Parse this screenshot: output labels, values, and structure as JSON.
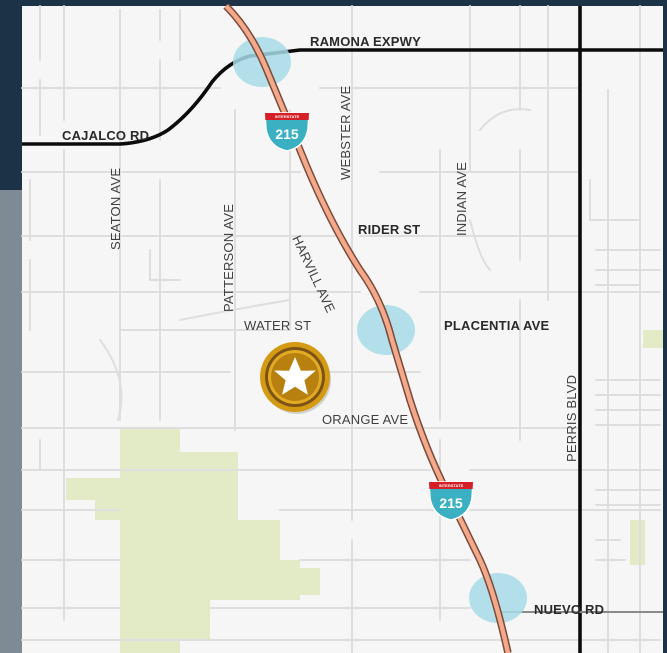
{
  "colors": {
    "page_background": "#1c3347",
    "map_background": "#f6f6f6",
    "minor_road": "#dedede",
    "major_road": "#0b0b0b",
    "freeway_fill": "#f3a98a",
    "freeway_casing": "#7a4a3a",
    "interchange_highlight": "#a6dbe6",
    "park_area": "#e3ebc6",
    "shield_red": "#d62027",
    "shield_teal": "#3cb0c3",
    "marker_gold": "#d49a14",
    "marker_brown": "#7b5314"
  },
  "streets": {
    "ramona": "RAMONA EXPWY",
    "cajalco": "CAJALCO RD",
    "webster": "WEBSTER AVE",
    "indian": "INDIAN AVE",
    "seaton": "SEATON AVE",
    "patterson": "PATTERSON AVE",
    "rider": "RIDER ST",
    "harvill": "HARVILL AVE",
    "water": "WATER ST",
    "placentia": "PLACENTIA AVE",
    "orange": "ORANGE AVE",
    "perris": "PERRIS BLVD",
    "nuevo": "NUEVO RD"
  },
  "shields": {
    "north": {
      "banner": "INTERSTATE",
      "number": "215"
    },
    "south": {
      "banner": "INTERSTATE",
      "number": "215"
    }
  },
  "marker": {
    "icon": "star-icon"
  }
}
